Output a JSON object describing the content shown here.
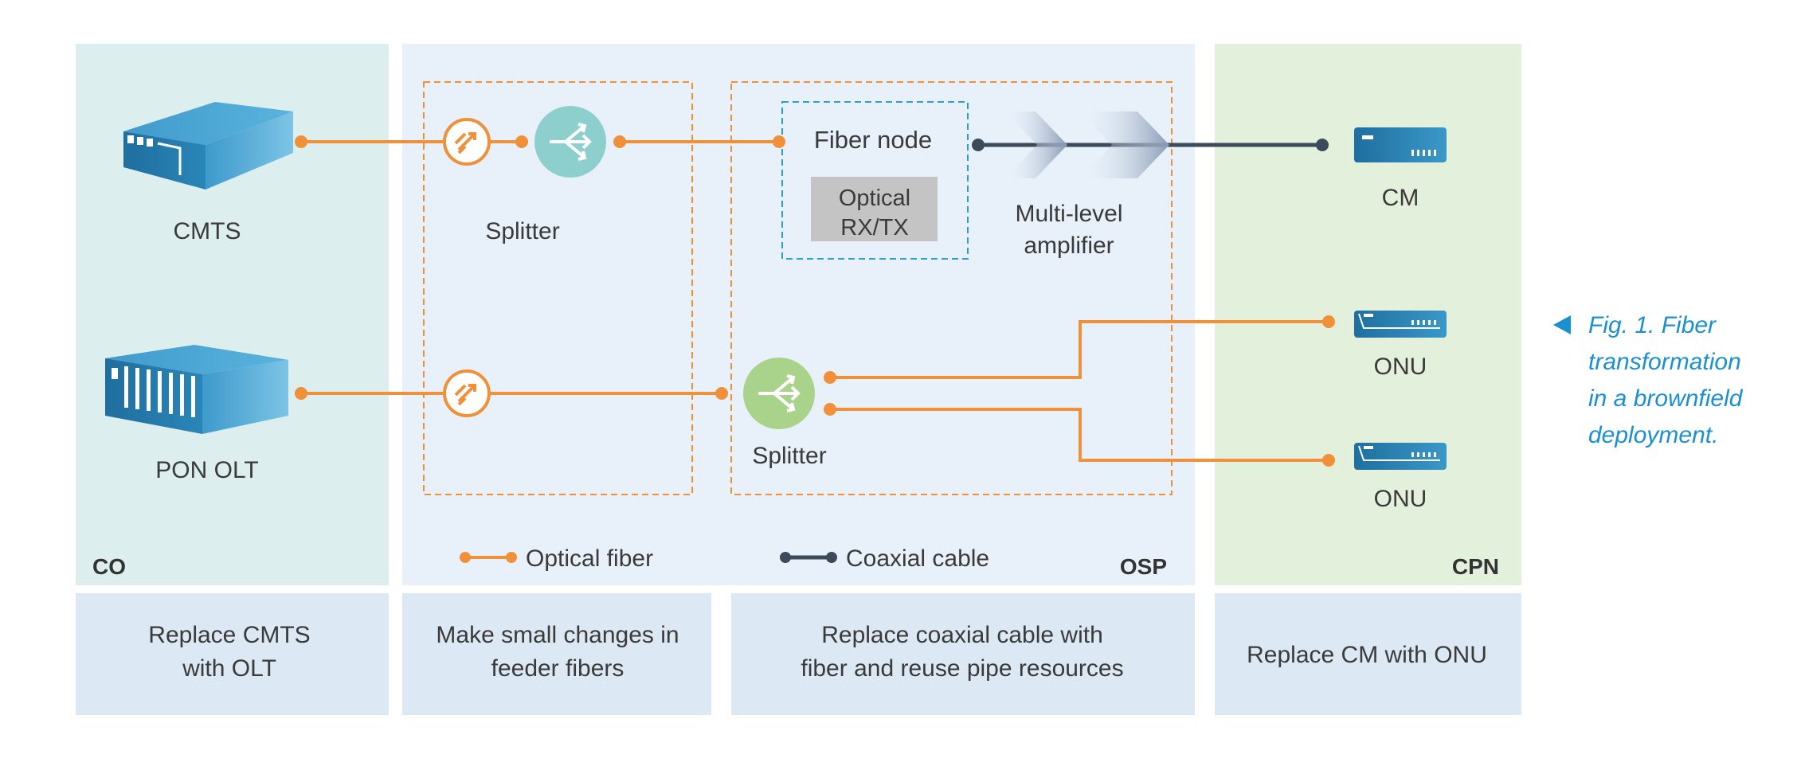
{
  "zones": {
    "co": "CO",
    "osp": "OSP",
    "cpn": "CPN"
  },
  "devices": {
    "cmts": "CMTS",
    "pon_olt": "PON OLT",
    "cm": "CM",
    "onu_1": "ONU",
    "onu_2": "ONU"
  },
  "nodes": {
    "splitter_top": "Splitter",
    "splitter_bottom": "Splitter",
    "fiber_node": "Fiber node",
    "optical_line1": "Optical",
    "optical_line2": "RX/TX",
    "amplifier_line1": "Multi-level",
    "amplifier_line2": "amplifier"
  },
  "legend": {
    "optical_fiber": "Optical fiber",
    "coaxial_cable": "Coaxial cable"
  },
  "actions": {
    "co_line1": "Replace CMTS",
    "co_line2": "with OLT",
    "feeder_line1": "Make small changes in",
    "feeder_line2": "feeder fibers",
    "osp_line1": "Replace coaxial cable with",
    "osp_line2": "fiber and reuse pipe resources",
    "cpn_line1": "Replace CM with ONU"
  },
  "caption": {
    "line1": "Fig. 1. Fiber",
    "line2": "transformation",
    "line3": "in a brownfield",
    "line4": "deployment."
  },
  "colors": {
    "co_bg": "#dceeee",
    "osp_bg": "#e8f1fa",
    "cpn_bg": "#e3f0dc",
    "action_bg": "#dce8f4",
    "fiber": "#f0913a",
    "coax": "#3d4a5c",
    "device_blue": "#2c7fb0",
    "caption_blue": "#1a8fd1",
    "splitter_teal": "#8dcfcc",
    "splitter_green": "#a9d38b",
    "optical_box": "#c4c4c4",
    "fiber_node_border": "#2a9fd6"
  }
}
